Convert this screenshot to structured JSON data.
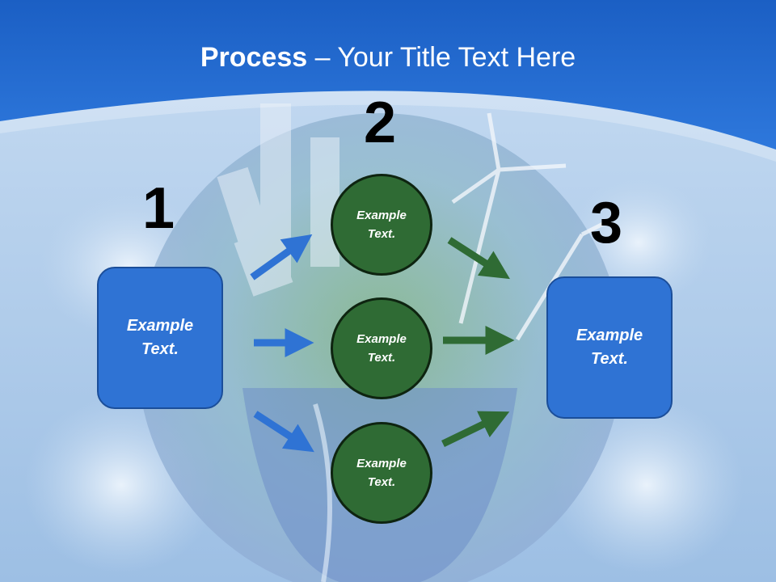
{
  "title": {
    "bold": "Process",
    "rest": " – Your Title Text Here"
  },
  "steps": [
    {
      "number": "1",
      "label": "Example Text."
    },
    {
      "number": "2",
      "label": "Example Text."
    },
    {
      "number": "3",
      "label": "Example Text."
    }
  ],
  "circles": [
    {
      "label": "Example Text."
    },
    {
      "label": "Example Text."
    },
    {
      "label": "Example Text."
    }
  ],
  "colors": {
    "header_blue": "#2a6fcf",
    "box_blue": "#2f73d4",
    "circle_green": "#2f6b34",
    "arrow_blue": "#2f73d4",
    "arrow_green": "#2f6b34"
  }
}
